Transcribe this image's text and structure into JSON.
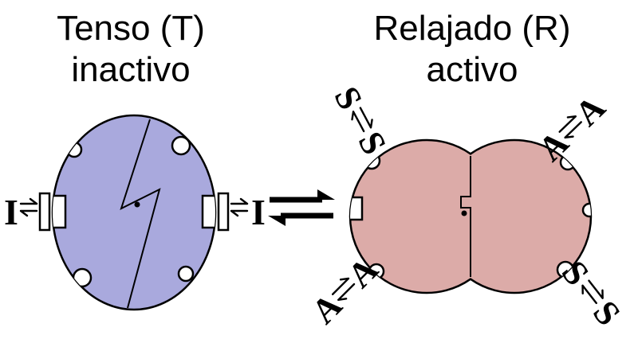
{
  "diagram": {
    "t_state": {
      "title": "Tenso (T)",
      "subtitle": "inactivo",
      "ligand_left": "I",
      "ligand_right": "I"
    },
    "r_state": {
      "title": "Relajado (R)",
      "subtitle": "activo",
      "sites": {
        "top_left": {
          "a": "S",
          "b": "S"
        },
        "top_right": {
          "a": "A",
          "b": "A"
        },
        "bottom_left": {
          "a": "A",
          "b": "A"
        },
        "bottom_right": {
          "a": "S",
          "b": "S"
        }
      }
    },
    "symbols": {
      "equilibrium": "⇌"
    },
    "colors": {
      "background": "#ffffff",
      "t_fill": "#a9a9dd",
      "r_fill": "#dcaba8",
      "outline": "#000000",
      "text": "#000000"
    }
  }
}
